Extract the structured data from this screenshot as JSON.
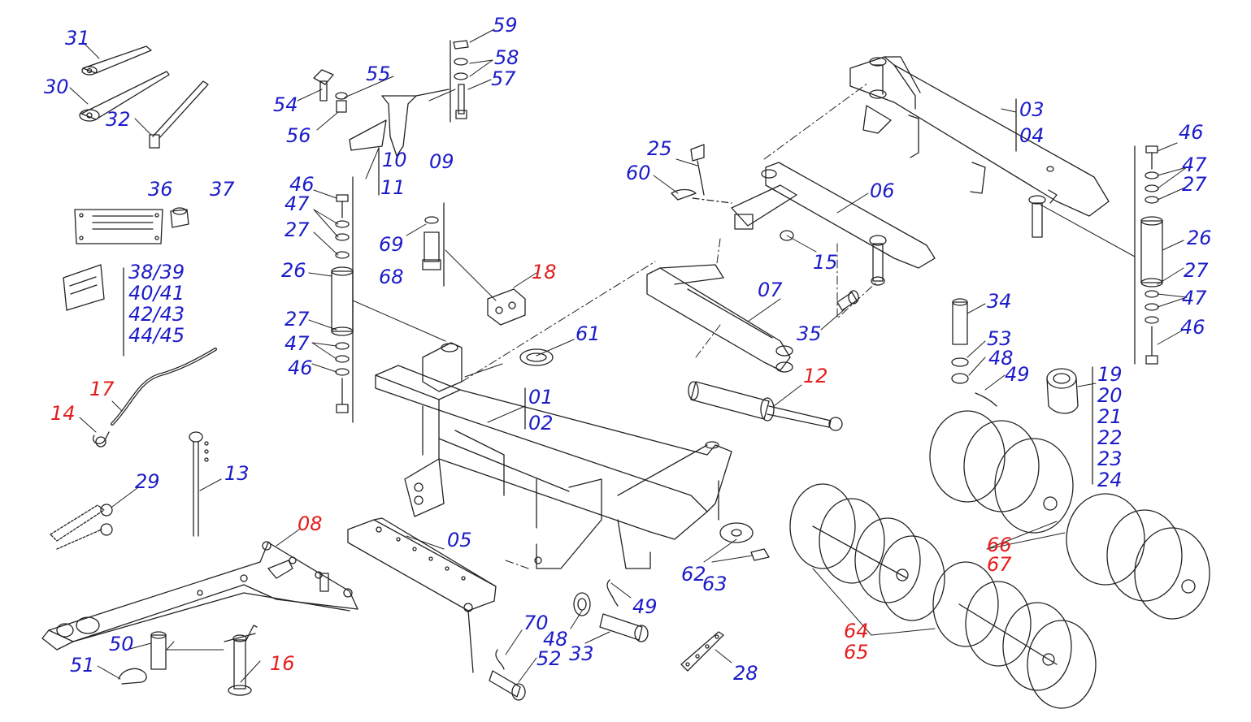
{
  "colors": {
    "blue_label": "#1c1cc9",
    "red_label": "#e51d1d",
    "line": "#222222",
    "background": "#ffffff"
  },
  "labels": {
    "l31": "31",
    "l30": "30",
    "l32": "32",
    "l59": "59",
    "l58": "58",
    "l57": "57",
    "l55": "55",
    "l54": "54",
    "l56": "56",
    "l10": "10",
    "l09": "09",
    "l11": "11",
    "l03": "03",
    "l04": "04",
    "l25": "25",
    "l60": "60",
    "l06": "06",
    "l46a": "46",
    "l47a": "47",
    "l27a": "27",
    "l36": "36",
    "l37": "37",
    "l46b": "46",
    "l47b": "47",
    "l27b": "27",
    "l26a": "26",
    "l69": "69",
    "l68": "68",
    "l15": "15",
    "l26b": "26",
    "l18": "18",
    "l07": "07",
    "l27c": "27",
    "l47c": "47",
    "l35": "35",
    "l34": "34",
    "l46c": "46",
    "l61": "61",
    "l27d": "27",
    "l47d": "47",
    "l53": "53",
    "l48a": "48",
    "l49a": "49",
    "l46d": "46",
    "l12": "12",
    "l01": "01",
    "l02": "02",
    "l17": "17",
    "l14": "14",
    "l13": "13",
    "l29": "29",
    "l08": "08",
    "l05": "05",
    "l62": "62",
    "l63": "63",
    "l66": "66",
    "l67": "67",
    "l49b": "49",
    "l70": "70",
    "l48b": "48",
    "l33": "33",
    "l52": "52",
    "l50": "50",
    "l51": "51",
    "l16": "16",
    "l28": "28",
    "l64": "64",
    "l65": "65"
  },
  "group_labels": {
    "decals": [
      "38/39",
      "40/41",
      "42/43",
      "44/45"
    ],
    "discs": [
      "19",
      "20",
      "21",
      "22",
      "23",
      "24"
    ]
  }
}
